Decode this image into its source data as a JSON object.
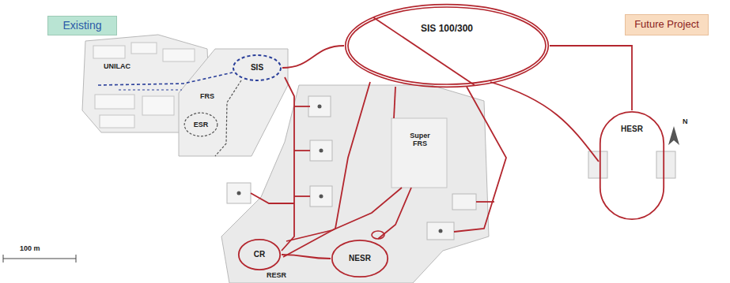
{
  "diagram": {
    "nodes": [
      {
        "text": [
          "Existing"
        ]
      },
      {
        "text": [
          "SIS"
        ]
      },
      {
        "text": [
          "ESR"
        ]
      },
      {
        "text": [
          "SIS 100/300"
        ]
      },
      {
        "text": [
          "Future Project"
        ]
      },
      {
        "text": [
          "HESR"
        ]
      },
      {
        "text": [
          "CR"
        ]
      },
      {
        "text": [
          "NESR"
        ]
      }
    ],
    "edges": [
      {
        "from": 1,
        "to": 3,
        "arrow": "none"
      },
      {
        "from": 3,
        "to": 5,
        "arrow": "none"
      },
      {
        "from": 6,
        "to": 7,
        "arrow": "none"
      }
    ],
    "labels": [
      "UNILAC",
      "FRS",
      "Super FRS",
      "RESR",
      "100 m",
      "N"
    ]
  }
}
